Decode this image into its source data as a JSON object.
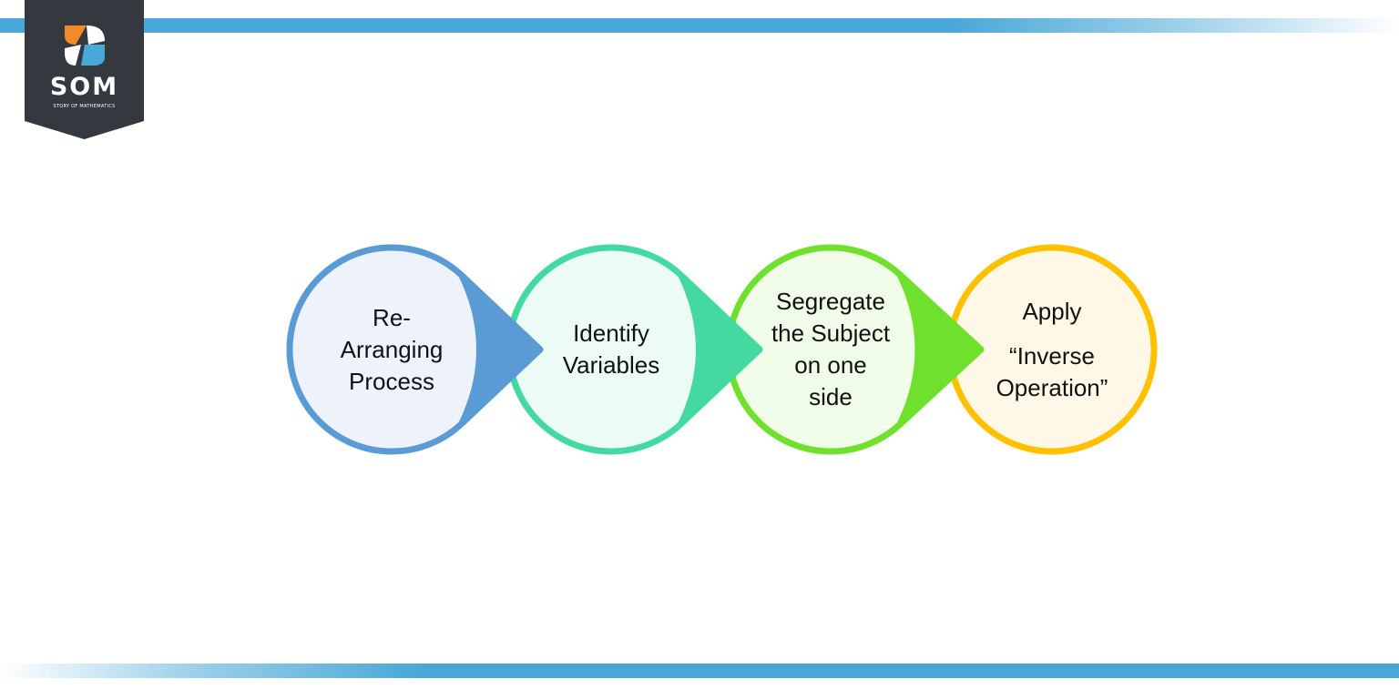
{
  "logo": {
    "icon": "som-logo-icon",
    "main_text": "SOM",
    "sub_text": "STORY OF MATHEMATICS"
  },
  "colors": {
    "accent_bar": "#4aa8d8",
    "logo_bg": "#33393f",
    "step_1": "#5b9bd5",
    "step_2": "#44d9a0",
    "step_3": "#6fe02b",
    "step_4": "#ffc000"
  },
  "steps": [
    {
      "id": "re-arranging-process",
      "lines": [
        "Re-",
        "Arranging",
        "Process"
      ],
      "stroke": "#5b9bd5",
      "fill": "#eef3fb"
    },
    {
      "id": "identify-variables",
      "lines": [
        "Identify",
        "Variables"
      ],
      "stroke": "#44d9a0",
      "fill": "#ecfbf5"
    },
    {
      "id": "segregate-subject",
      "lines": [
        "Segregate",
        "the Subject",
        "on one",
        "side"
      ],
      "stroke": "#6fe02b",
      "fill": "#f0fbe8"
    },
    {
      "id": "apply-inverse-operation",
      "title": "Apply",
      "lines": [
        "“Inverse",
        "Operation”"
      ],
      "stroke": "#ffc000",
      "fill": "#fff8e6"
    }
  ]
}
